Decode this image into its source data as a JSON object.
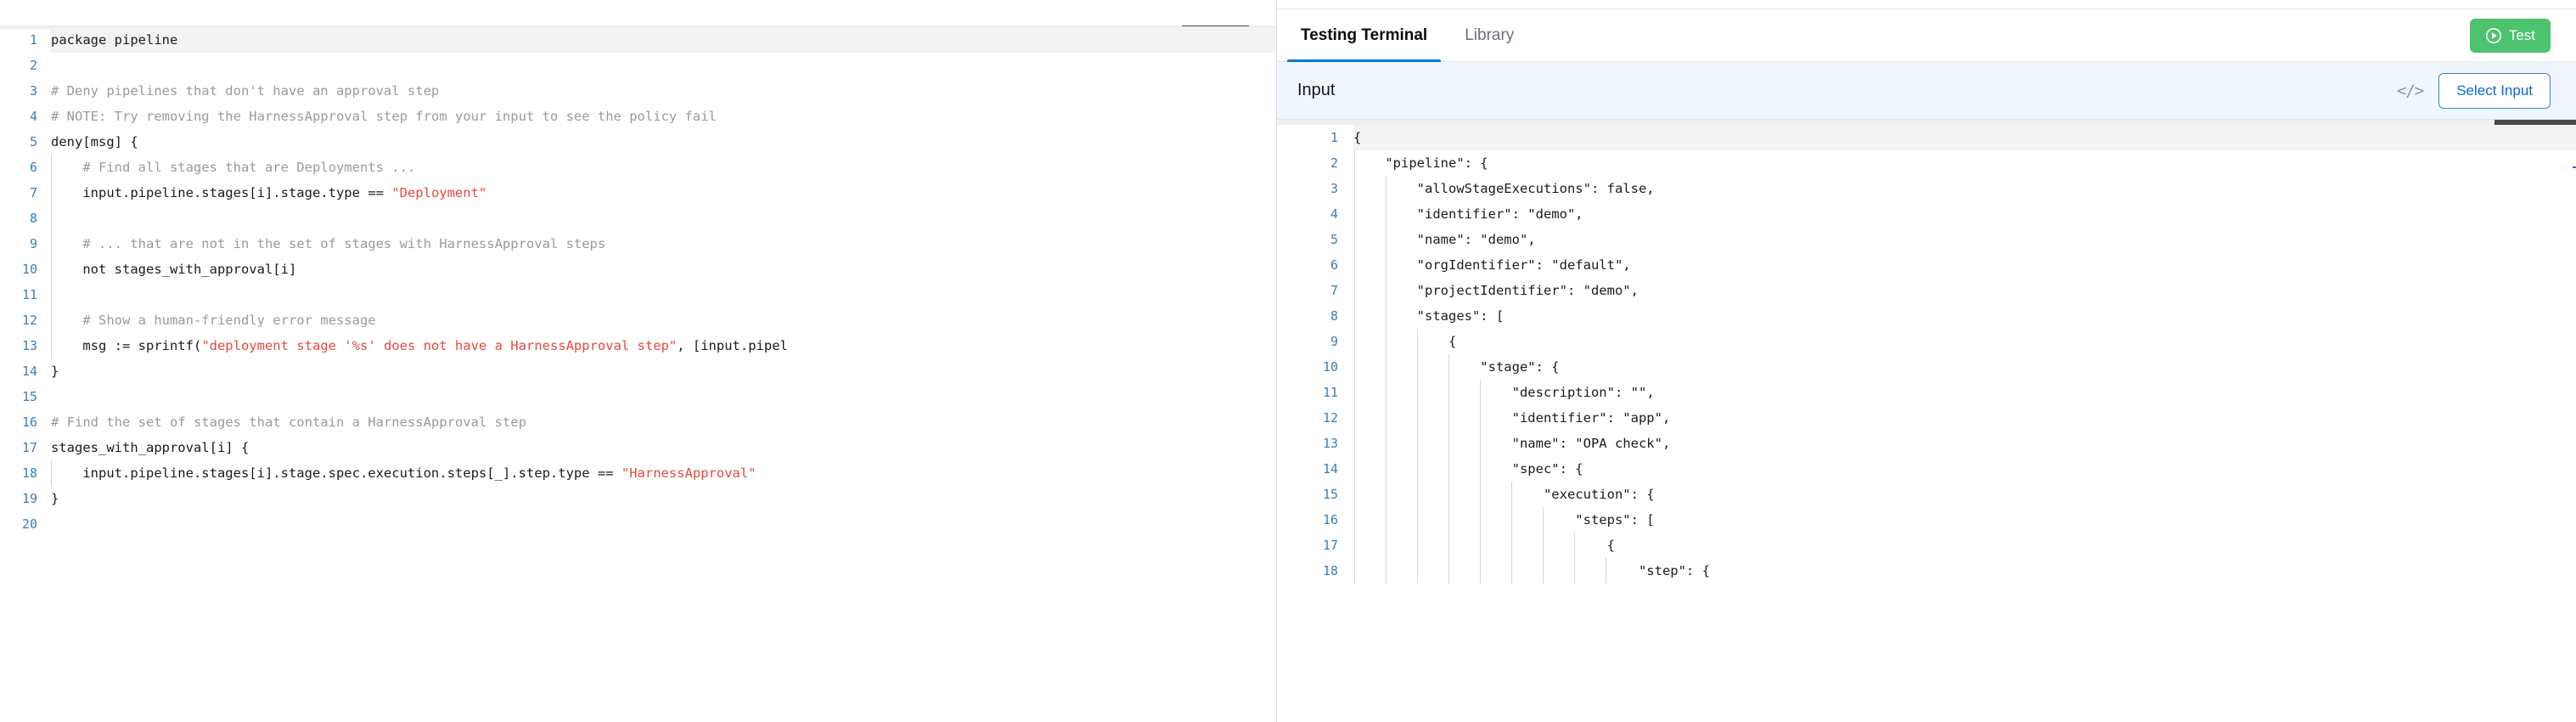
{
  "editor": {
    "language": "rego",
    "active_line": 1,
    "total_lines": 20,
    "lines": [
      {
        "n": "1",
        "indent": 0,
        "tokens": [
          {
            "t": "package pipeline",
            "c": "ident"
          }
        ]
      },
      {
        "n": "2",
        "indent": 0,
        "tokens": []
      },
      {
        "n": "3",
        "indent": 0,
        "tokens": [
          {
            "t": "# Deny pipelines that don't have an approval step",
            "c": "cmt"
          }
        ]
      },
      {
        "n": "4",
        "indent": 0,
        "tokens": [
          {
            "t": "# NOTE: Try removing the HarnessApproval step from your input to see the policy fail",
            "c": "cmt"
          }
        ]
      },
      {
        "n": "5",
        "indent": 0,
        "tokens": [
          {
            "t": "deny[msg] {",
            "c": "ident"
          }
        ]
      },
      {
        "n": "6",
        "indent": 1,
        "tokens": [
          {
            "t": "    # Find all stages that are Deployments ...",
            "c": "cmt"
          }
        ]
      },
      {
        "n": "7",
        "indent": 1,
        "tokens": [
          {
            "t": "    input.pipeline.stages[i].stage.type == ",
            "c": "ident"
          },
          {
            "t": "\"Deployment\"",
            "c": "str"
          }
        ]
      },
      {
        "n": "8",
        "indent": 1,
        "tokens": []
      },
      {
        "n": "9",
        "indent": 1,
        "tokens": [
          {
            "t": "    # ... that are not in the set of stages with HarnessApproval steps",
            "c": "cmt"
          }
        ]
      },
      {
        "n": "10",
        "indent": 1,
        "tokens": [
          {
            "t": "    not stages_with_approval[i]",
            "c": "ident"
          }
        ]
      },
      {
        "n": "11",
        "indent": 1,
        "tokens": []
      },
      {
        "n": "12",
        "indent": 1,
        "tokens": [
          {
            "t": "    # Show a human-friendly error message",
            "c": "cmt"
          }
        ]
      },
      {
        "n": "13",
        "indent": 1,
        "tokens": [
          {
            "t": "    msg := sprintf(",
            "c": "ident"
          },
          {
            "t": "\"deployment stage '%s' does not have a HarnessApproval step\"",
            "c": "str"
          },
          {
            "t": ", [input.pipel",
            "c": "ident"
          }
        ]
      },
      {
        "n": "14",
        "indent": 0,
        "tokens": [
          {
            "t": "}",
            "c": "ident"
          }
        ]
      },
      {
        "n": "15",
        "indent": 0,
        "tokens": []
      },
      {
        "n": "16",
        "indent": 0,
        "tokens": [
          {
            "t": "# Find the set of stages that contain a HarnessApproval step",
            "c": "cmt"
          }
        ]
      },
      {
        "n": "17",
        "indent": 0,
        "tokens": [
          {
            "t": "stages_with_approval[i] {",
            "c": "ident"
          }
        ]
      },
      {
        "n": "18",
        "indent": 1,
        "tokens": [
          {
            "t": "    input.pipeline.stages[i].stage.spec.execution.steps[_].step.type == ",
            "c": "ident"
          },
          {
            "t": "\"HarnessApproval\"",
            "c": "str"
          }
        ]
      },
      {
        "n": "19",
        "indent": 0,
        "tokens": [
          {
            "t": "}",
            "c": "ident"
          }
        ]
      },
      {
        "n": "20",
        "indent": 0,
        "tokens": []
      }
    ]
  },
  "right_panel": {
    "tabs": [
      {
        "label": "Testing Terminal",
        "active": true
      },
      {
        "label": "Library",
        "active": false
      }
    ],
    "test_button": {
      "label": "Test",
      "icon": "play-circle-icon",
      "color": "#4dc26f"
    },
    "input_bar": {
      "title": "Input",
      "code_toggle_icon": "</>",
      "select_input_label": "Select Input",
      "accent_color": "#0a69d6",
      "background": "#eff7fd"
    },
    "json_editor": {
      "active_line": 1,
      "lines": [
        {
          "n": "1",
          "indent": 0,
          "text": "{"
        },
        {
          "n": "2",
          "indent": 1,
          "text": "    \"pipeline\": {"
        },
        {
          "n": "3",
          "indent": 2,
          "text": "        \"allowStageExecutions\": false,"
        },
        {
          "n": "4",
          "indent": 2,
          "text": "        \"identifier\": \"demo\","
        },
        {
          "n": "5",
          "indent": 2,
          "text": "        \"name\": \"demo\","
        },
        {
          "n": "6",
          "indent": 2,
          "text": "        \"orgIdentifier\": \"default\","
        },
        {
          "n": "7",
          "indent": 2,
          "text": "        \"projectIdentifier\": \"demo\","
        },
        {
          "n": "8",
          "indent": 2,
          "text": "        \"stages\": ["
        },
        {
          "n": "9",
          "indent": 3,
          "text": "            {"
        },
        {
          "n": "10",
          "indent": 4,
          "text": "                \"stage\": {"
        },
        {
          "n": "11",
          "indent": 5,
          "text": "                    \"description\": \"\","
        },
        {
          "n": "12",
          "indent": 5,
          "text": "                    \"identifier\": \"app\","
        },
        {
          "n": "13",
          "indent": 5,
          "text": "                    \"name\": \"OPA check\","
        },
        {
          "n": "14",
          "indent": 5,
          "text": "                    \"spec\": {"
        },
        {
          "n": "15",
          "indent": 6,
          "text": "                        \"execution\": {"
        },
        {
          "n": "16",
          "indent": 7,
          "text": "                            \"steps\": ["
        },
        {
          "n": "17",
          "indent": 8,
          "text": "                                {"
        },
        {
          "n": "18",
          "indent": 9,
          "text": "                                    \"step\": {"
        }
      ]
    }
  },
  "colors": {
    "line_number": "#3b7fb3",
    "comment": "#9a9a9a",
    "string": "#e8493a",
    "tab_active_underline": "#0278d5",
    "test_green": "#4dc26f",
    "input_bar_bg": "#eff7fd"
  }
}
